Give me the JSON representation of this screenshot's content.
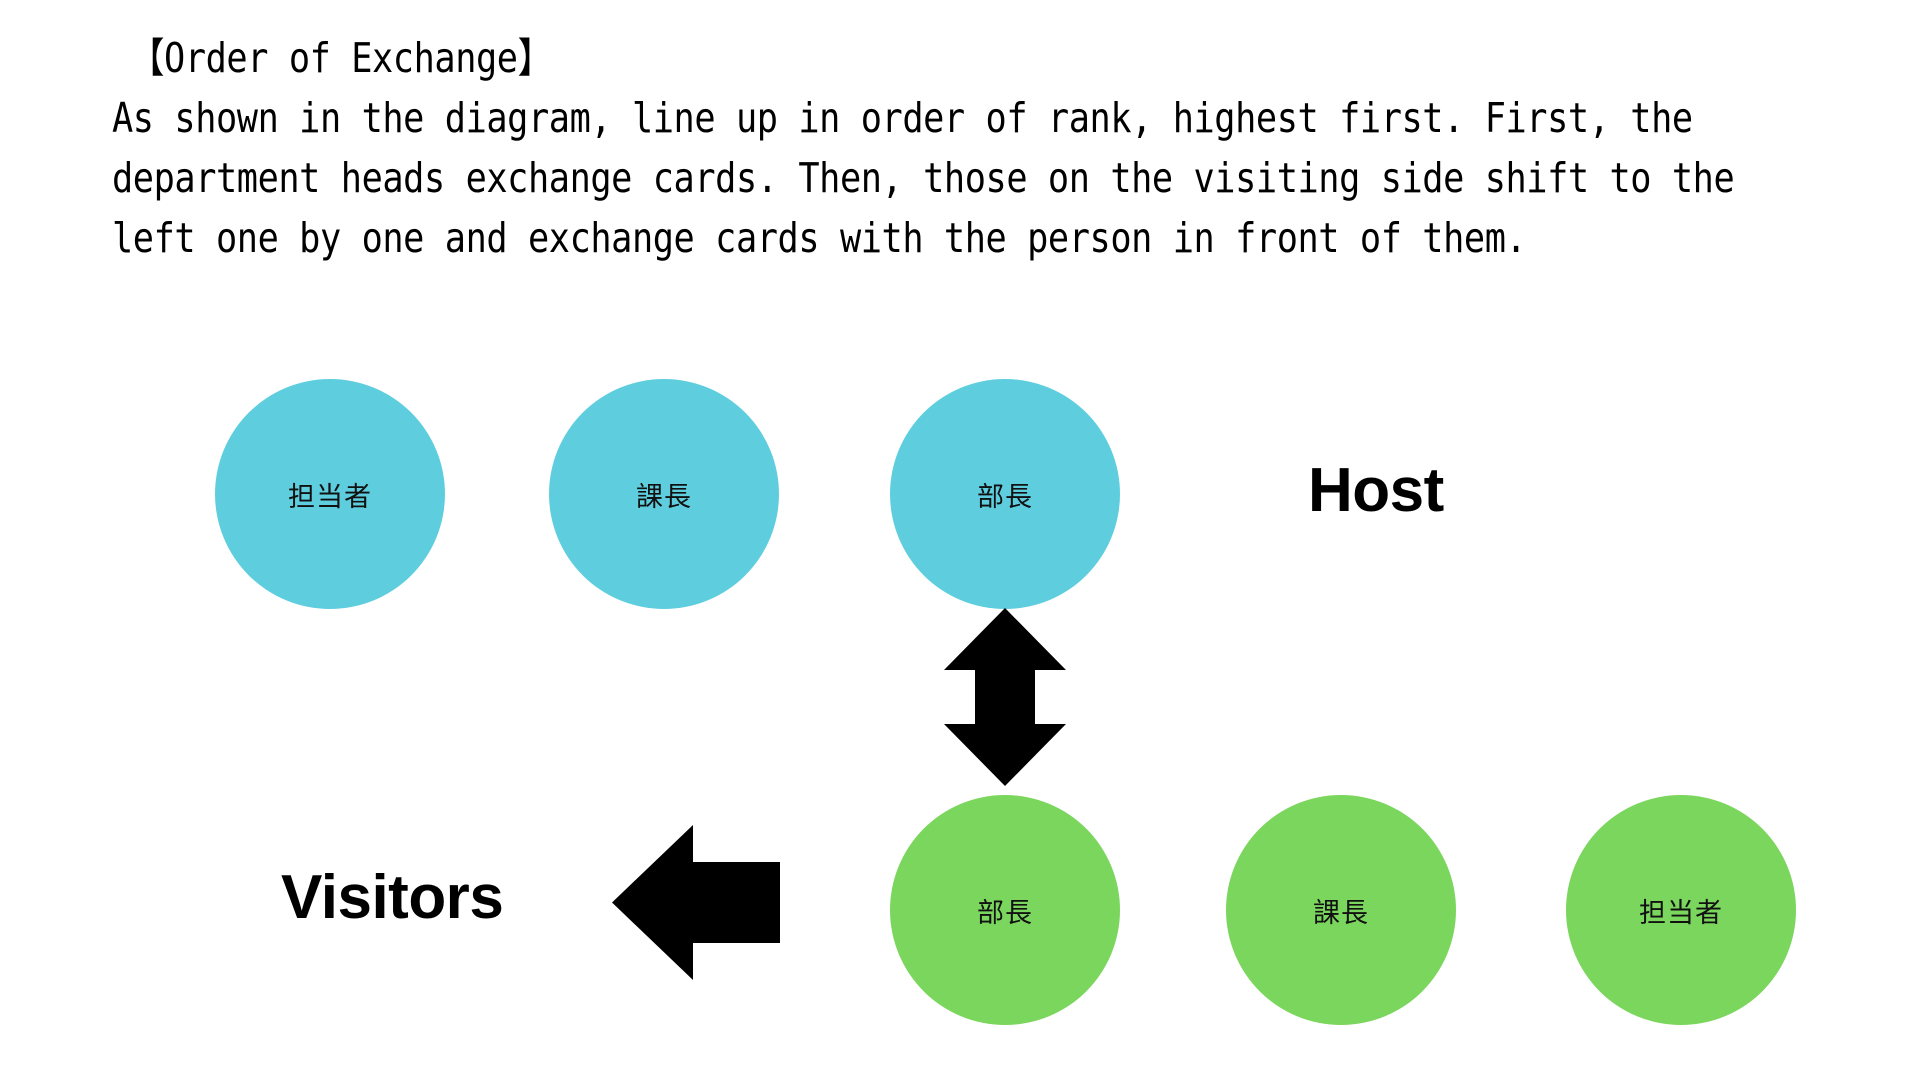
{
  "slide": {
    "background_color": "#ffffff",
    "heading": "【Order of Exchange】",
    "paragraph_lines": [
      "As shown in the diagram, line up in order of rank, highest first. First, the",
      "department heads exchange cards. Then, those on the visiting side shift to the",
      "left one by one and exchange cards with the person in front of them."
    ]
  },
  "colors": {
    "host_circle": "#5ECEDF",
    "visitor_circle": "#7BD65E",
    "arrow": "#000000",
    "text": "#000000",
    "circle_label_text": "#111111"
  },
  "host_row": {
    "group_label": "Host",
    "circles": [
      {
        "label": "担当者",
        "role_en": "staff-member"
      },
      {
        "label": "課長",
        "role_en": "section-chief"
      },
      {
        "label": "部長",
        "role_en": "department-head"
      }
    ]
  },
  "visitor_row": {
    "group_label": "Visitors",
    "circles": [
      {
        "label": "部長",
        "role_en": "department-head"
      },
      {
        "label": "課長",
        "role_en": "section-chief"
      },
      {
        "label": "担当者",
        "role_en": "staff-member"
      }
    ]
  },
  "arrows": {
    "vertical_exchange": "double-headed-vertical-arrow",
    "shift_left": "left-block-arrow"
  }
}
